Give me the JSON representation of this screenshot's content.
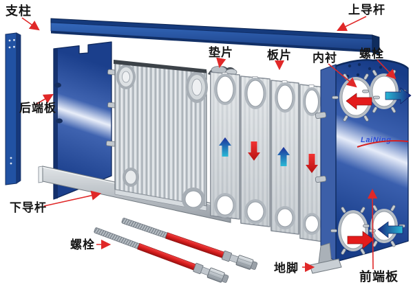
{
  "labels": {
    "support_column": "支柱",
    "upper_guide_rod": "上导杆",
    "gasket": "垫片",
    "plate": "板片",
    "liner": "内衬",
    "bolt_upper": "螺栓",
    "rear_end_plate": "后端板",
    "lower_guide_rod": "下导杆",
    "bolt_lower": "螺栓",
    "anchor_foot": "地脚",
    "front_end_plate": "前端板"
  },
  "logo": {
    "brand": "LaiNing"
  },
  "colors": {
    "frame_blue": "#2152a3",
    "frame_blue_dark": "#16397c",
    "plate_gray": "#ccd2d7",
    "gasket_dark": "#3c4248",
    "hot_red": "#e01f1f",
    "cold_teal": "#2ab9d6",
    "cold_navy": "#1c2f9a",
    "leader_red": "#e02828"
  },
  "arrows": {
    "plate_flow": [
      {
        "plate": 1,
        "direction": "up",
        "color": "blue-teal"
      },
      {
        "plate": 2,
        "direction": "down",
        "color": "red"
      },
      {
        "plate": 3,
        "direction": "up",
        "color": "blue-teal"
      },
      {
        "plate": 4,
        "direction": "down",
        "color": "red"
      }
    ],
    "front_ports": [
      {
        "position": "top-left",
        "direction": "left",
        "color": "red"
      },
      {
        "position": "top-right",
        "direction": "right",
        "color": "teal-navy"
      },
      {
        "position": "bottom-left",
        "direction": "right",
        "color": "red"
      },
      {
        "position": "bottom-right",
        "direction": "left",
        "color": "navy-teal"
      }
    ]
  }
}
